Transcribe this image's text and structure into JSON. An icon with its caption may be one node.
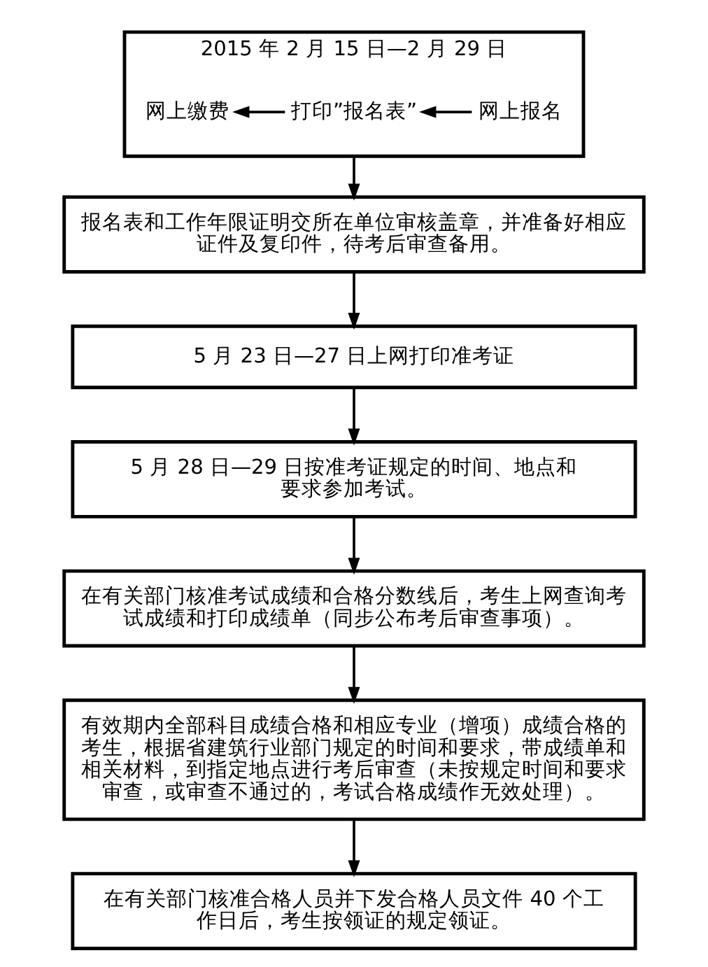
{
  "diagram": {
    "nodes": [
      {
        "text": [
          "2015 年 2 月 15 日—2 月 29 日"
        ]
      },
      {
        "text": [
          "网上报名"
        ],
        "in": 0
      },
      {
        "text": [
          "打印”报名表”"
        ],
        "in": 0
      },
      {
        "text": [
          "网上缴费"
        ],
        "in": 0
      },
      {
        "text": [
          "报名表和工作年限证明交所在单位审核盖章，并准备好相应证件及复印件，待考后审查备用。"
        ]
      },
      {
        "text": [
          "5 月 23 日—27 日上网打印准考证"
        ]
      },
      {
        "text": [
          "5 月 28 日—29 日按准考证规定的时间、地点和要求参加考试。"
        ]
      },
      {
        "text": [
          "在有关部门核准考试成绩和合格分数线后，考生上网查询考试成绩和打印成绩单（同步公布考后审查事项）。"
        ]
      },
      {
        "text": [
          "有效期内全部科目成绩合格和相应专业（增项）成绩合格的考生，根据省建筑行业部门规定的时间和要求，带成绩单和相关材料，到指定地点进行考后审查（未按规定时间和要求审查，或审查不通过的，考试合格成绩作无效处理）。"
        ]
      },
      {
        "text": [
          "在有关部门核准合格人员并下发合格人员文件 40 个工作日后，考生按领证的规定领证。"
        ]
      }
    ],
    "edges": [
      {
        "from": 1,
        "to": 2,
        "arrow": "to"
      },
      {
        "from": 2,
        "to": 3,
        "arrow": "to"
      },
      {
        "from": 0,
        "to": 4,
        "arrow": "to"
      },
      {
        "from": 4,
        "to": 5,
        "arrow": "to"
      },
      {
        "from": 5,
        "to": 6,
        "arrow": "to"
      },
      {
        "from": 6,
        "to": 7,
        "arrow": "to"
      },
      {
        "from": 7,
        "to": 8,
        "arrow": "to"
      },
      {
        "from": 8,
        "to": 9,
        "arrow": "to"
      }
    ]
  }
}
